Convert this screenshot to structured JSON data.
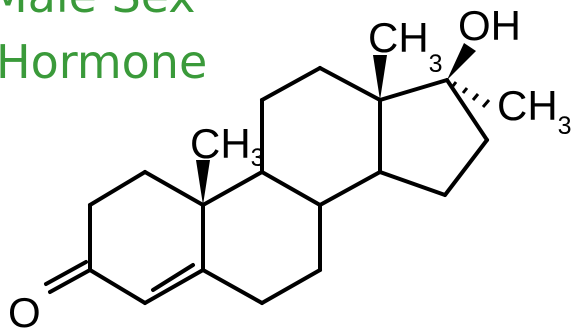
{
  "caption": {
    "line1": "Male Sex",
    "line2": "Hormone",
    "color": "#3a9a3a"
  },
  "structure": {
    "atom_labels": {
      "carbonyl_oxygen": "O",
      "hydroxyl": "OH",
      "methyl_c10": {
        "main": "CH",
        "sub": "3"
      },
      "methyl_c13": {
        "main": "CH",
        "sub": "3"
      },
      "methyl_c17": {
        "main": "CH",
        "sub": "3"
      }
    },
    "bond_color": "#000000"
  }
}
